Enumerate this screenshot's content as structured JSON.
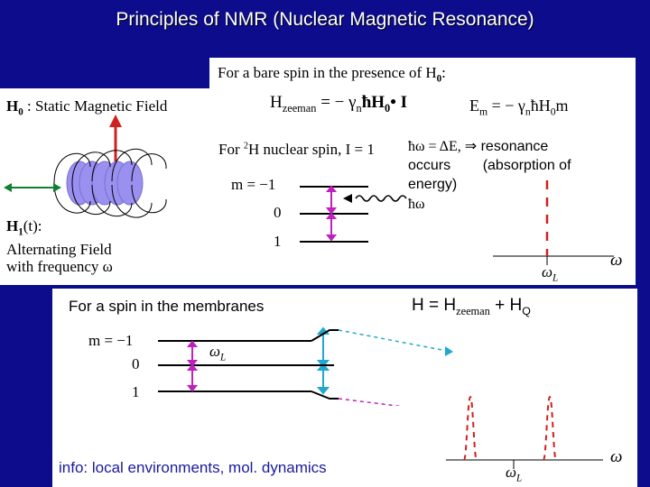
{
  "slide": {
    "title": "Principles of NMR (Nuclear Magnetic Resonance)"
  },
  "left_panel": {
    "h0_label": "H",
    "h0_sub": "0",
    "h0_text": " : Static Magnetic Field",
    "h1_label": "H",
    "h1_sub": "1",
    "h1_text": "(t):",
    "alt_line1": "Alternating Field",
    "alt_line2": "with frequency ω"
  },
  "top_panel": {
    "bare_spin": "For a bare spin in the presence of H",
    "bare_spin_sub": "0",
    "bare_spin_end": ":",
    "h_zeeman": "H",
    "h_zeeman_sub": "zeeman",
    "h_zeeman_rhs": " = − γ",
    "h_zeeman_n": "n",
    "h_zeeman_tail": "ħH",
    "h_zeeman_0": "0",
    "h_zeeman_end": "• I",
    "em": "E",
    "em_sub": "m",
    "em_rhs": " = − γ",
    "em_n": "n",
    "em_tail": "ħH",
    "em_0": "0",
    "em_end": "m",
    "for2h": "For ",
    "for2h_sup": "2",
    "for2h_rest": "H nuclear spin, I = 1",
    "resonance_eq": "ħω = ΔE, ⇒",
    "resonance_l1": " resonance",
    "resonance_l2": "occurs        (absorption of",
    "resonance_l3": "energy)",
    "hw": "ħω",
    "m_minus1": "m = −1",
    "m_0": "0",
    "m_1": "1",
    "omega_l_axis": "ω",
    "omega_l_axis_sub": "L",
    "omega_axis": "ω"
  },
  "bottom_panel": {
    "membranes": "For a spin in the membranes",
    "hamiltonian": "H = H",
    "hamiltonian_sub": "zeeman",
    "hamiltonian_rest": " + H",
    "hamiltonian_q": "Q",
    "m_minus1": "m = −1",
    "m_0": "0",
    "m_1": "1",
    "omega_l": "ω",
    "omega_l_sub": "L",
    "info": "info: local environments, mol. dynamics",
    "omega_l_axis": "ω",
    "omega_l_axis_sub": "L",
    "omega_axis": "ω"
  },
  "colors": {
    "background": "#0c0c8c",
    "magenta": "#c020c0",
    "red": "#d02020",
    "green": "#108030",
    "cyan": "#20a8d0",
    "lavender": "#9a90f0"
  }
}
